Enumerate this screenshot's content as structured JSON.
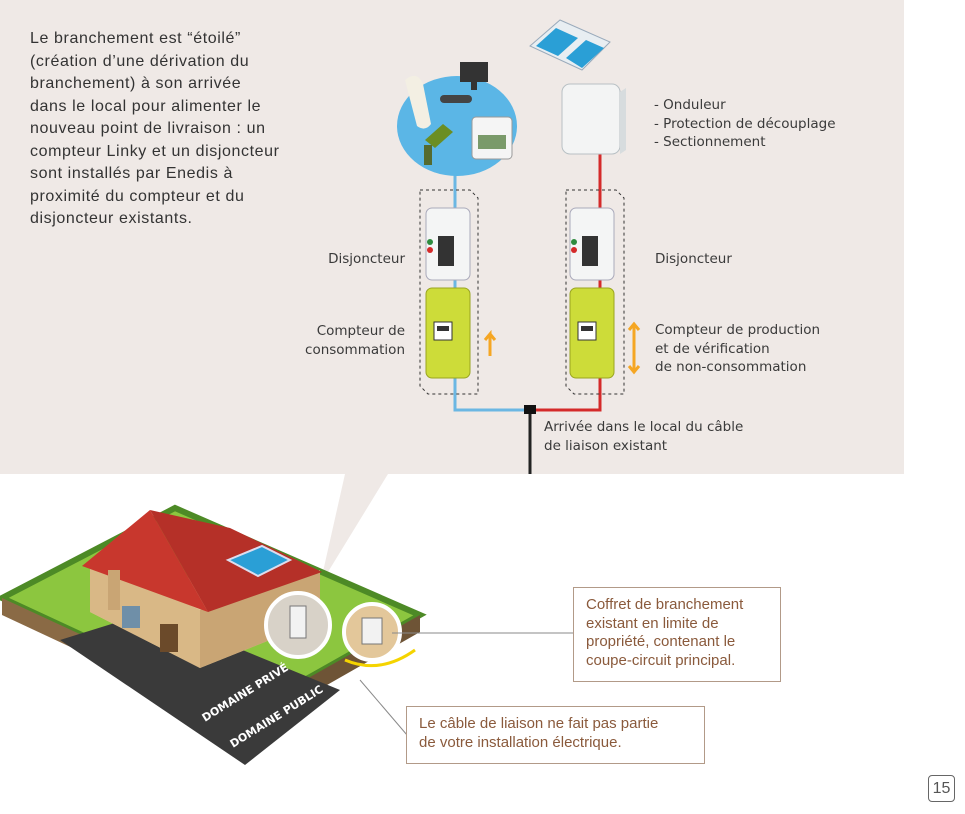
{
  "intro_text": "Le branchement est “étoilé”\n(création d’une dérivation du\nbranchement) à son arrivée\ndans le local pour alimenter le\nnouveau point de livraison : un\ncompteur Linky et un disjoncteur\nsont installés par Enedis à\nproximité du compteur et du\ndisjoncteur existants.",
  "diagram": {
    "left_branch": {
      "breaker_label": "Disjoncteur",
      "meter_label": "Compteur de\nconsommation"
    },
    "right_branch": {
      "inverter_list": "- Onduleur\n- Protection de découplage\n- Sectionnement",
      "breaker_label": "Disjoncteur",
      "meter_label": "Compteur de production\net de vérification\nde non-consommation"
    },
    "arrival_label": "Arrivée dans le local du câble\nde liaison existant"
  },
  "illustration": {
    "zone_private": "DOMAINE PRIVÉ",
    "zone_public": "DOMAINE PUBLIC"
  },
  "callouts": {
    "coffret": "Coffret de branchement\nexistant en limite de\npropriété, contenant le\ncoupe-circuit principal.",
    "cable": "Le câble de liaison ne fait pas partie\nde votre installation électrique."
  },
  "page_number": "15",
  "colors": {
    "consumption_wire": "#6bb7e3",
    "production_wire": "#d42a2a",
    "meter_green": "#cddc39",
    "arrow_orange": "#f5a623",
    "callout_text": "#8a5a3c",
    "panel_bg": "#efe9e6"
  }
}
